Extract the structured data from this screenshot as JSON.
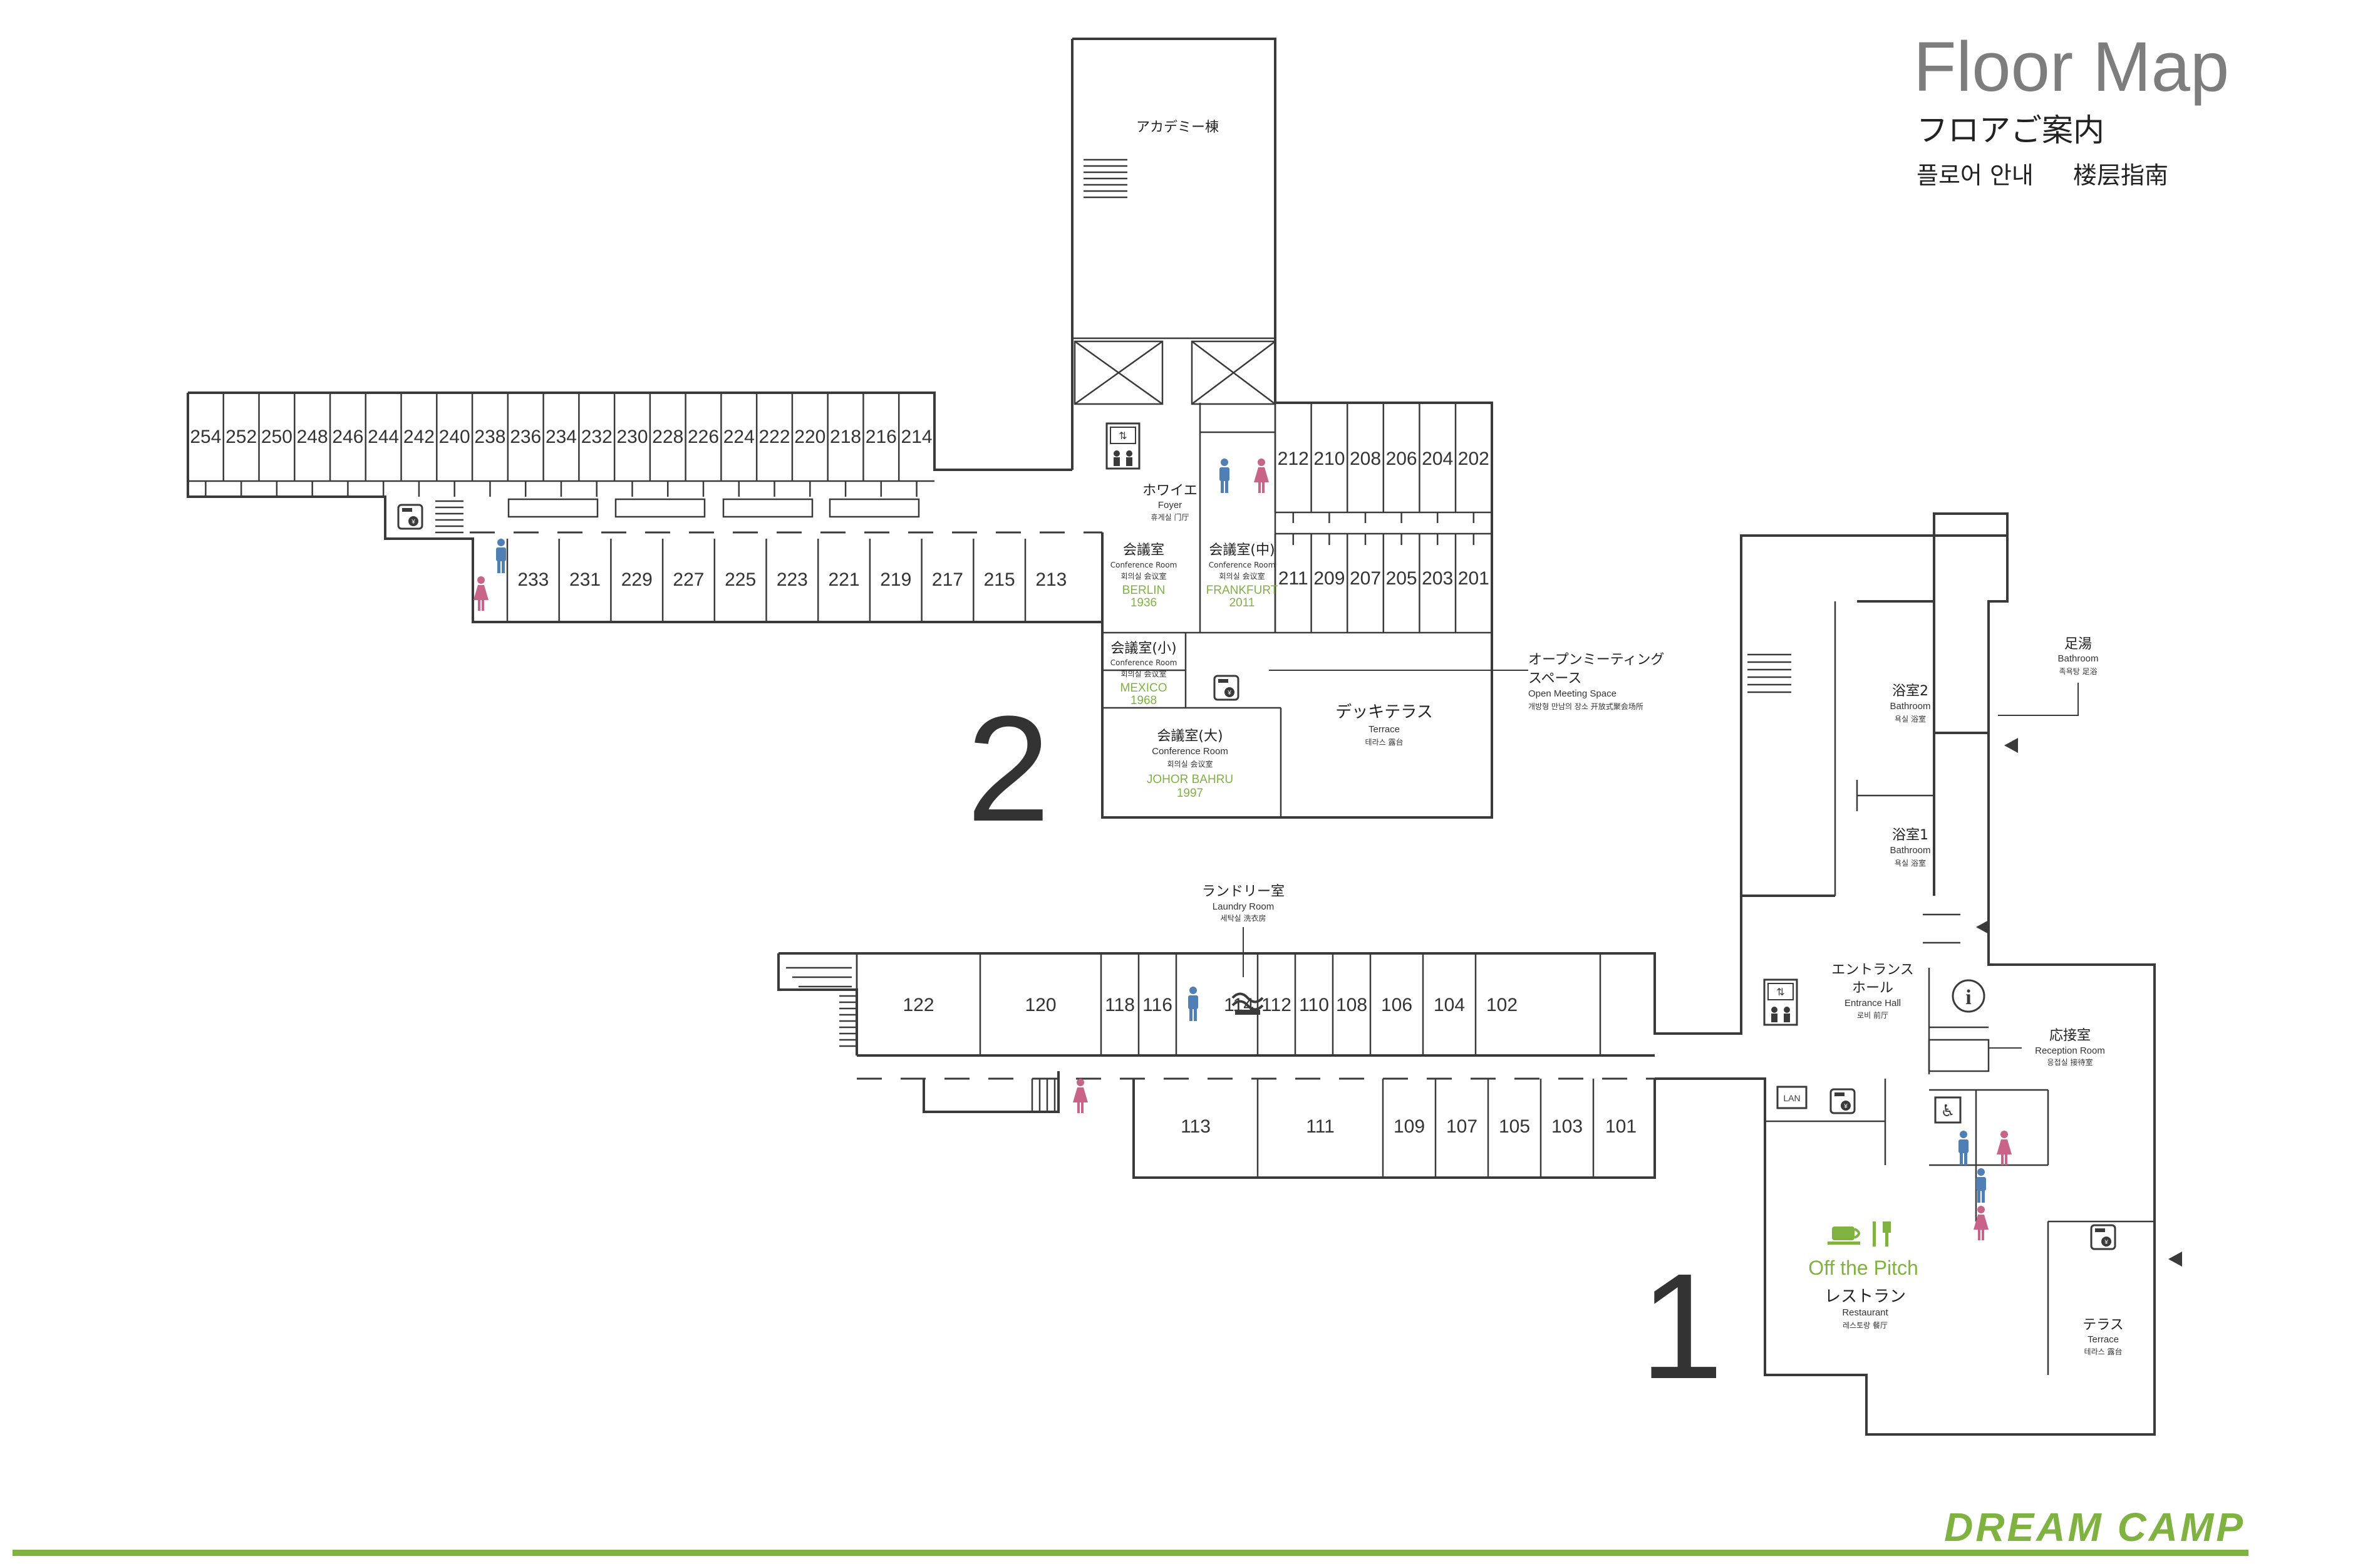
{
  "title": {
    "en": "Floor Map",
    "ja": "フロアご案内",
    "ko": "플로어 안내",
    "zh": "楼层指南"
  },
  "brand": "DREAM CAMP",
  "accent_color": "#7fb241",
  "wall_color": "#3a3a3a",
  "floor2": {
    "label": "2",
    "academy": "アカデミー棟",
    "top_rooms": [
      "254",
      "252",
      "250",
      "248",
      "246",
      "244",
      "242",
      "240",
      "238",
      "236",
      "234",
      "232",
      "230",
      "228",
      "226",
      "224",
      "222",
      "220",
      "218",
      "216",
      "214"
    ],
    "bottom_rooms": [
      "233",
      "231",
      "229",
      "227",
      "225",
      "223",
      "221",
      "219",
      "217",
      "215",
      "213"
    ],
    "east_top_rooms": [
      "212",
      "210",
      "208",
      "206",
      "204",
      "202"
    ],
    "east_bottom_rooms": [
      "211",
      "209",
      "207",
      "205",
      "203",
      "201"
    ],
    "foyer": {
      "ja": "ホワイエ",
      "en": "Foyer",
      "kozh": "휴게실 门厅"
    },
    "conf_berlin": {
      "ja": "会議室",
      "en": "Conference Room",
      "kozh": "회의실 会议室",
      "name": "BERLIN",
      "year": "1936"
    },
    "conf_frankfurt": {
      "ja": "会議室(中)",
      "en": "Conference Room",
      "kozh": "회의실 会议室",
      "name": "FRANKFURT",
      "year": "2011"
    },
    "conf_mexico": {
      "ja": "会議室(小)",
      "en": "Conference Room",
      "kozh": "회의실 会议室",
      "name": "MEXICO",
      "year": "1968"
    },
    "conf_johor": {
      "ja": "会議室(大)",
      "en": "Conference Room",
      "kozh": "회의실 会议室",
      "name": "JOHOR BAHRU",
      "year": "1997"
    },
    "open_meeting": {
      "ja1": "オープンミーティング",
      "ja2": "スペース",
      "en": "Open Meeting Space",
      "kozh": "개방형 만남의 장소 开放式聚会场所"
    },
    "deck_terrace": {
      "ja": "デッキテラス",
      "en": "Terrace",
      "kozh": "테라스 露台"
    }
  },
  "floor1": {
    "label": "1",
    "laundry": {
      "ja": "ランドリー室",
      "en": "Laundry Room",
      "kozh": "세탁실 洗衣房"
    },
    "north_rooms": [
      {
        "n": "122"
      },
      {
        "n": "120"
      },
      {
        "n": "118"
      },
      {
        "n": "116"
      },
      {
        "n": "114"
      },
      {
        "n": "112"
      },
      {
        "n": "110"
      },
      {
        "n": "108"
      },
      {
        "n": "106"
      },
      {
        "n": "104"
      },
      {
        "n": "102"
      }
    ],
    "south_rooms": [
      "113",
      "111",
      "109",
      "107",
      "105",
      "103",
      "101"
    ],
    "entrance": {
      "ja1": "エントランス",
      "ja2": "ホール",
      "en": "Entrance Hall",
      "kozh": "로비 前厅"
    },
    "reception": {
      "ja": "応接室",
      "en": "Reception Room",
      "kozh": "응접실 接待室"
    },
    "restaurant": {
      "name": "Off the Pitch",
      "ja": "レストラン",
      "en": "Restaurant",
      "kozh": "레스토랑 餐厅"
    },
    "terrace": {
      "ja": "テラス",
      "en": "Terrace",
      "kozh": "테라스 露台"
    },
    "bath2": {
      "ja": "浴室2",
      "en": "Bathroom",
      "kozh": "욕실 浴室"
    },
    "bath1": {
      "ja": "浴室1",
      "en": "Bathroom",
      "kozh": "욕실 浴室"
    },
    "footbath": {
      "ja": "足湯",
      "en": "Bathroom",
      "kozh": "족욕탕 足浴"
    },
    "lan": "LAN"
  }
}
